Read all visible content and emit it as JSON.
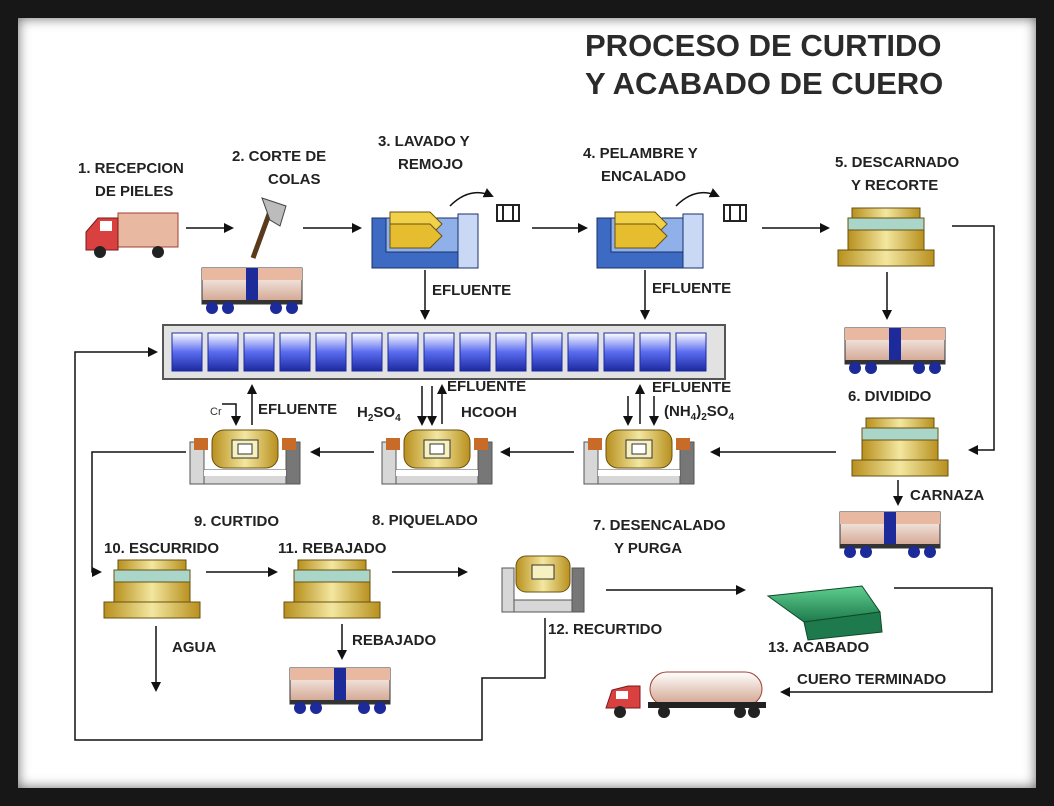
{
  "title": {
    "line1": "PROCESO DE CURTIDO",
    "line2": "Y ACABADO DE CUERO"
  },
  "steps": {
    "s1": {
      "line1": "1. RECEPCION",
      "line2": "DE PIELES"
    },
    "s2": {
      "line1": "2. CORTE DE",
      "line2": "COLAS"
    },
    "s3": {
      "line1": "3. LAVADO Y",
      "line2": "REMOJO"
    },
    "s4": {
      "line1": "4. PELAMBRE Y",
      "line2": "ENCALADO"
    },
    "s5": {
      "line1": "5. DESCARNADO",
      "line2": "Y RECORTE"
    },
    "s6": {
      "line1": "6. DIVIDIDO"
    },
    "s7": {
      "line1": "7. DESENCALADO",
      "line2": "Y PURGA"
    },
    "s8": {
      "line1": "8. PIQUELADO"
    },
    "s9": {
      "line1": "9. CURTIDO"
    },
    "s10": {
      "line1": "10. ESCURRIDO"
    },
    "s11": {
      "line1": "11. REBAJADO"
    },
    "s12": {
      "line1": "12. RECURTIDO"
    },
    "s13": {
      "line1": "13. ACABADO"
    }
  },
  "flows": {
    "efluente": "EFLUENTE",
    "carnaza": "CARNAZA",
    "agua": "AGUA",
    "rebajado": "REBAJADO",
    "cuero_terminado": "CUERO TERMINADO"
  },
  "chemicals": {
    "h2so4": {
      "a": "H",
      "b": "2",
      "c": "SO",
      "d": "4"
    },
    "hcooh": "HCOOH",
    "nh4so4": {
      "a": "(NH",
      "b": "4",
      "c": ")",
      "d": "2",
      "e": "SO",
      "f": "4"
    },
    "cr": "Cr"
  },
  "colors": {
    "tank_blue": "#3d6bc4",
    "lid_yellow": "#e3c542",
    "truck_red": "#d94040",
    "machine_gold": "#d4b03c",
    "drum_orange": "#d87a2a",
    "acabado_green": "#2f9a66"
  }
}
